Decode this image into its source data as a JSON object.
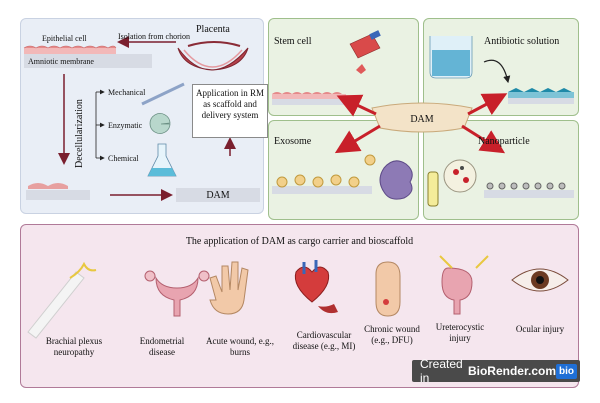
{
  "decell": {
    "epithelial_cell": "Epithelial cell",
    "isolation": "Isolation from chorion",
    "placenta": "Placenta",
    "amniotic_membrane": "Amniotic membrane",
    "decellularization": "Decellularization",
    "mechanical": "Mechanical",
    "enzymatic": "Enzymatic",
    "chemical": "Chemical",
    "application_box": "Application in RM as scaffold and delivery system",
    "dam_label": "DAM"
  },
  "loading": {
    "stem_cell": "Stem cell",
    "antibiotic": "Antibiotic solution",
    "exosome": "Exosome",
    "nanoparticle": "Nanoparticle",
    "center_dam": "DAM"
  },
  "applications": {
    "title": "The application of DAM as cargo carrier and bioscaffold",
    "items": [
      {
        "label": "Brachial plexus neuropathy"
      },
      {
        "label": "Endometrial disease"
      },
      {
        "label": "Acute wound, e.g., burns"
      },
      {
        "label": "Cardiovascular disease (e.g., MI)"
      },
      {
        "label": "Chronic wound (e.g., DFU)"
      },
      {
        "label": "Ureterocystic injury"
      },
      {
        "label": "Ocular injury"
      }
    ]
  },
  "badge": {
    "created_in": "Created in",
    "brand": "BioRender.com",
    "mark": "bio"
  },
  "colors": {
    "arrow_red": "#c8202a",
    "dark_red": "#7a1f2e",
    "panel_green": "#eaf2e3",
    "panel_blue": "#e9eef6",
    "panel_pink": "#f5e6ee"
  }
}
